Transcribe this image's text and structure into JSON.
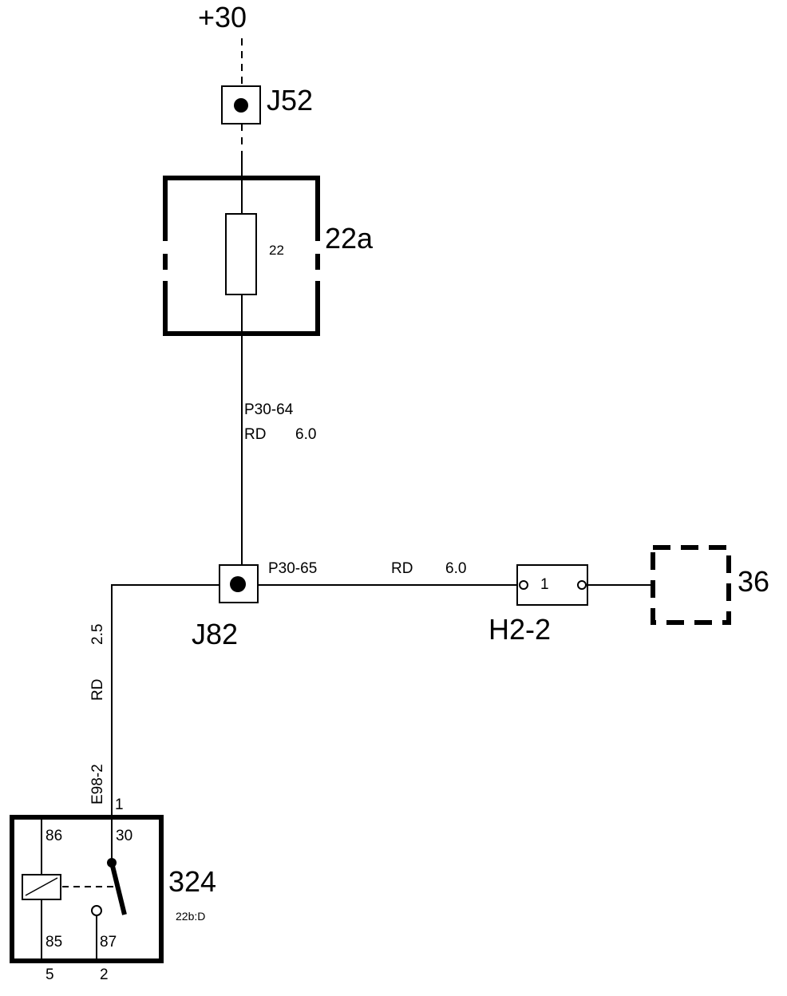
{
  "supply": {
    "label": "+30"
  },
  "connector_j52": {
    "label": "J52"
  },
  "fuse_box": {
    "label": "22a",
    "fuse_number": "22"
  },
  "wire_upper": {
    "id": "P30-64",
    "color": "RD",
    "size": "6.0"
  },
  "connector_j82": {
    "label": "J82"
  },
  "wire_right": {
    "id": "P30-65",
    "color": "RD",
    "size": "6.0"
  },
  "connector_h22": {
    "label": "H2-2",
    "pin": "1"
  },
  "component_36": {
    "label": "36"
  },
  "wire_left": {
    "size": "2.5",
    "color": "RD",
    "id": "E98-2"
  },
  "relay": {
    "label": "324",
    "ref": "22b:D",
    "pin_top": "1",
    "terminal_86": "86",
    "terminal_30": "30",
    "terminal_85": "85",
    "terminal_87": "87",
    "pin_bottom_left": "5",
    "pin_bottom_right": "2"
  },
  "colors": {
    "ink": "#000000",
    "background": "#ffffff"
  }
}
